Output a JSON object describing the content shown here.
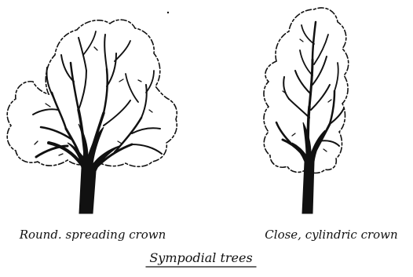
{
  "figure": {
    "left_tree": {
      "caption": "Round. spreading crown"
    },
    "right_tree": {
      "caption": "Close, cylindric crown"
    },
    "title": "Sympodial trees"
  }
}
